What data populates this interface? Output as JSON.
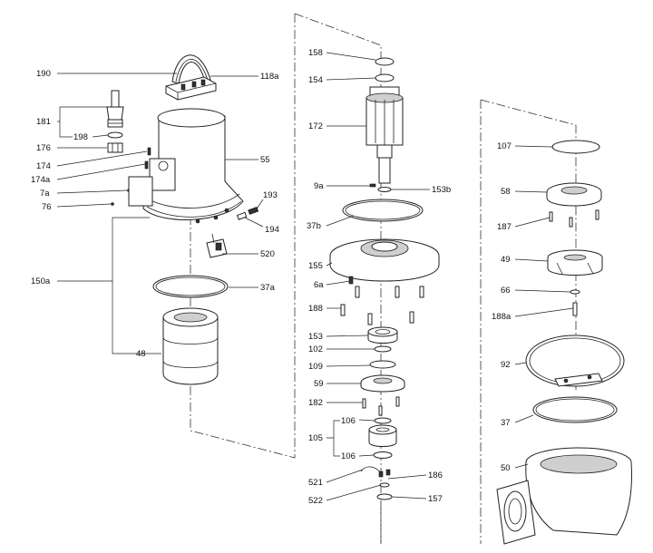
{
  "labels": {
    "l190": "190",
    "l118a": "118a",
    "l181": "181",
    "l198": "198",
    "l176": "176",
    "l174": "174",
    "l174a": "174a",
    "l7a": "7a",
    "l76": "76",
    "l55": "55",
    "l193": "193",
    "l194": "194",
    "l520": "520",
    "l150a": "150a",
    "l37a": "37a",
    "l48": "48",
    "l158": "158",
    "l154": "154",
    "l172": "172",
    "l9a": "9a",
    "l153b": "153b",
    "l37b": "37b",
    "l155": "155",
    "l6a": "6a",
    "l188": "188",
    "l153": "153",
    "l102": "102",
    "l109": "109",
    "l59": "59",
    "l182": "182",
    "l106a": "106",
    "l105": "105",
    "l106b": "106",
    "l521": "521",
    "l186": "186",
    "l522": "522",
    "l157": "157",
    "l107": "107",
    "l58": "58",
    "l187": "187",
    "l49": "49",
    "l66": "66",
    "l188a": "188a",
    "l92": "92",
    "l37": "37",
    "l50": "50"
  }
}
